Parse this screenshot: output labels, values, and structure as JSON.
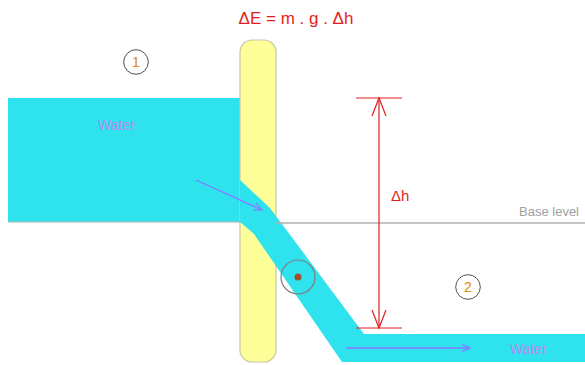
{
  "diagram": {
    "title": "ΔE = m . g . Δh",
    "nodes": [
      {
        "text": [
          "1"
        ]
      },
      {
        "text": [
          "2"
        ]
      }
    ],
    "labels": [
      "Water",
      "Water",
      "Δh",
      "Base level"
    ]
  }
}
